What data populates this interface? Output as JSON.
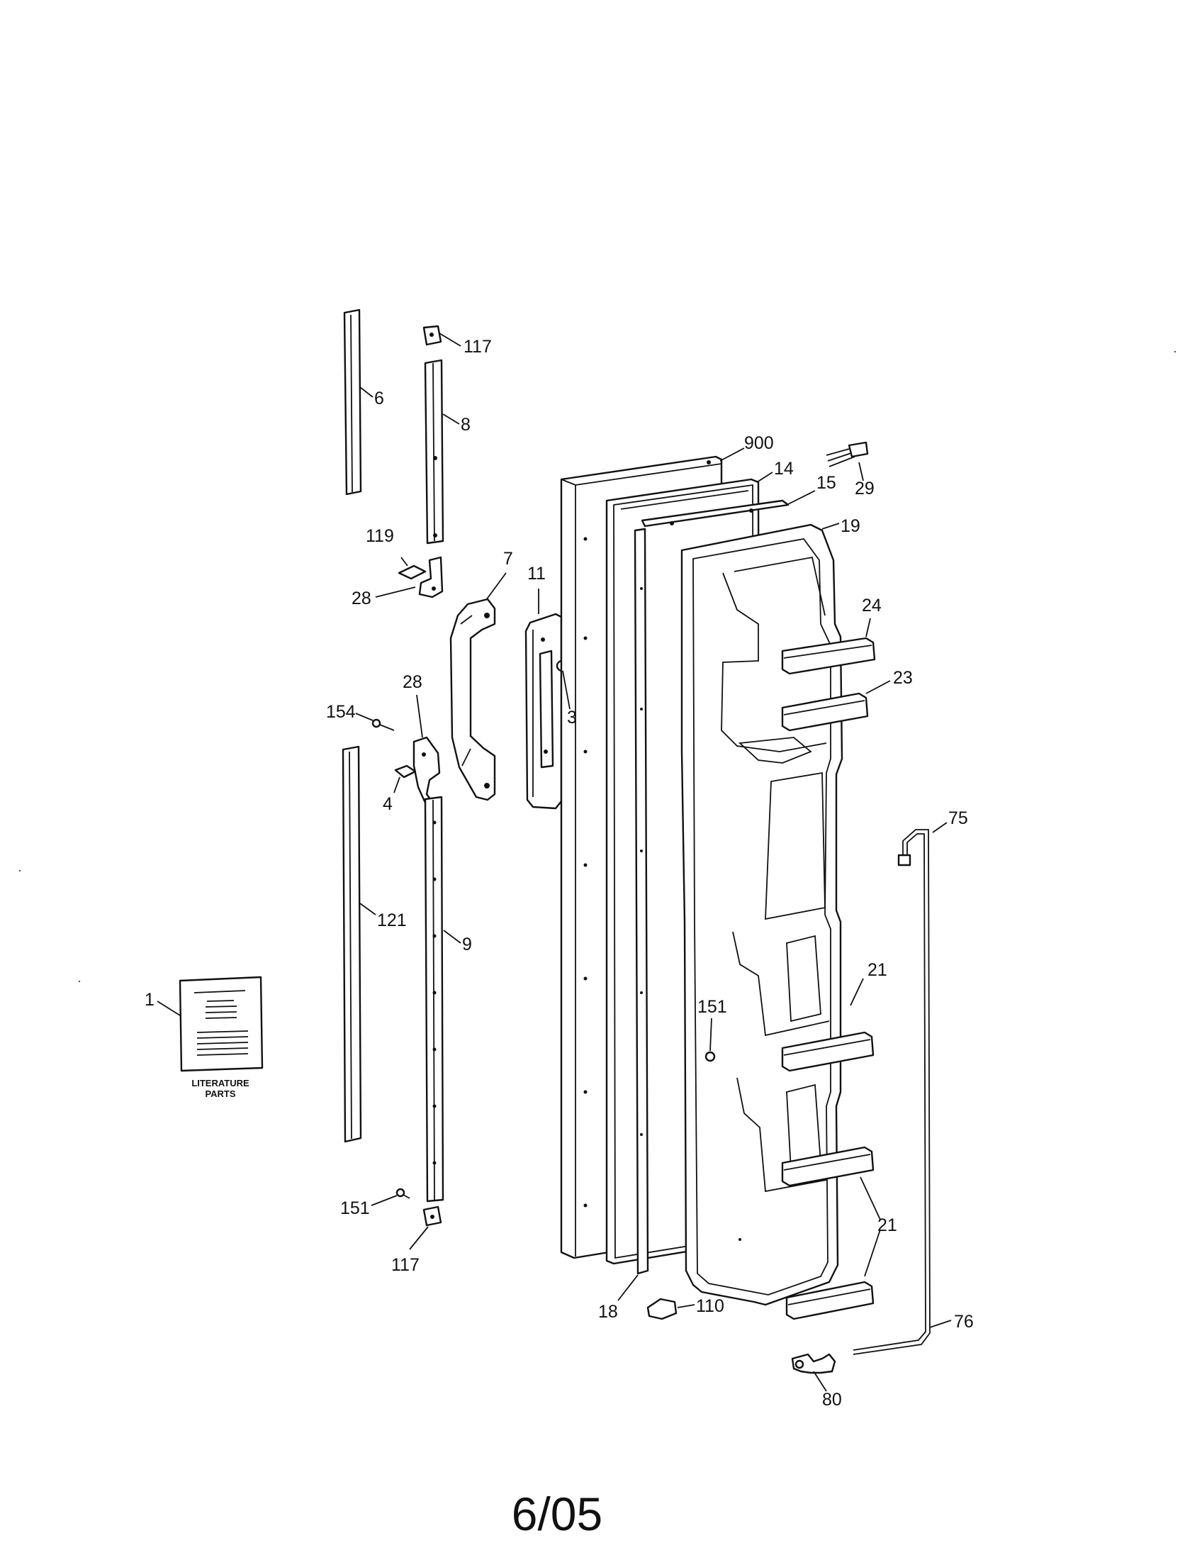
{
  "callouts": {
    "p117_top": "117",
    "p6": "6",
    "p8": "8",
    "p900": "900",
    "p14": "14",
    "p15": "15",
    "p29": "29",
    "p19": "19",
    "p119": "119",
    "p28_upper": "28",
    "p7": "7",
    "p11": "11",
    "p24": "24",
    "p3": "3",
    "p28_lower": "28",
    "p23": "23",
    "p154": "154",
    "p4": "4",
    "p75": "75",
    "p121": "121",
    "p9": "9",
    "p21_upper": "21",
    "p1": "1",
    "p151_right": "151",
    "p21_lower": "21",
    "p151_left": "151",
    "p117_bottom": "117",
    "p18": "18",
    "p110": "110",
    "p76": "76",
    "p80": "80"
  },
  "literature": {
    "line1": "LITERATURE",
    "line2": "PARTS"
  },
  "footer": {
    "page_code": "6/05"
  }
}
